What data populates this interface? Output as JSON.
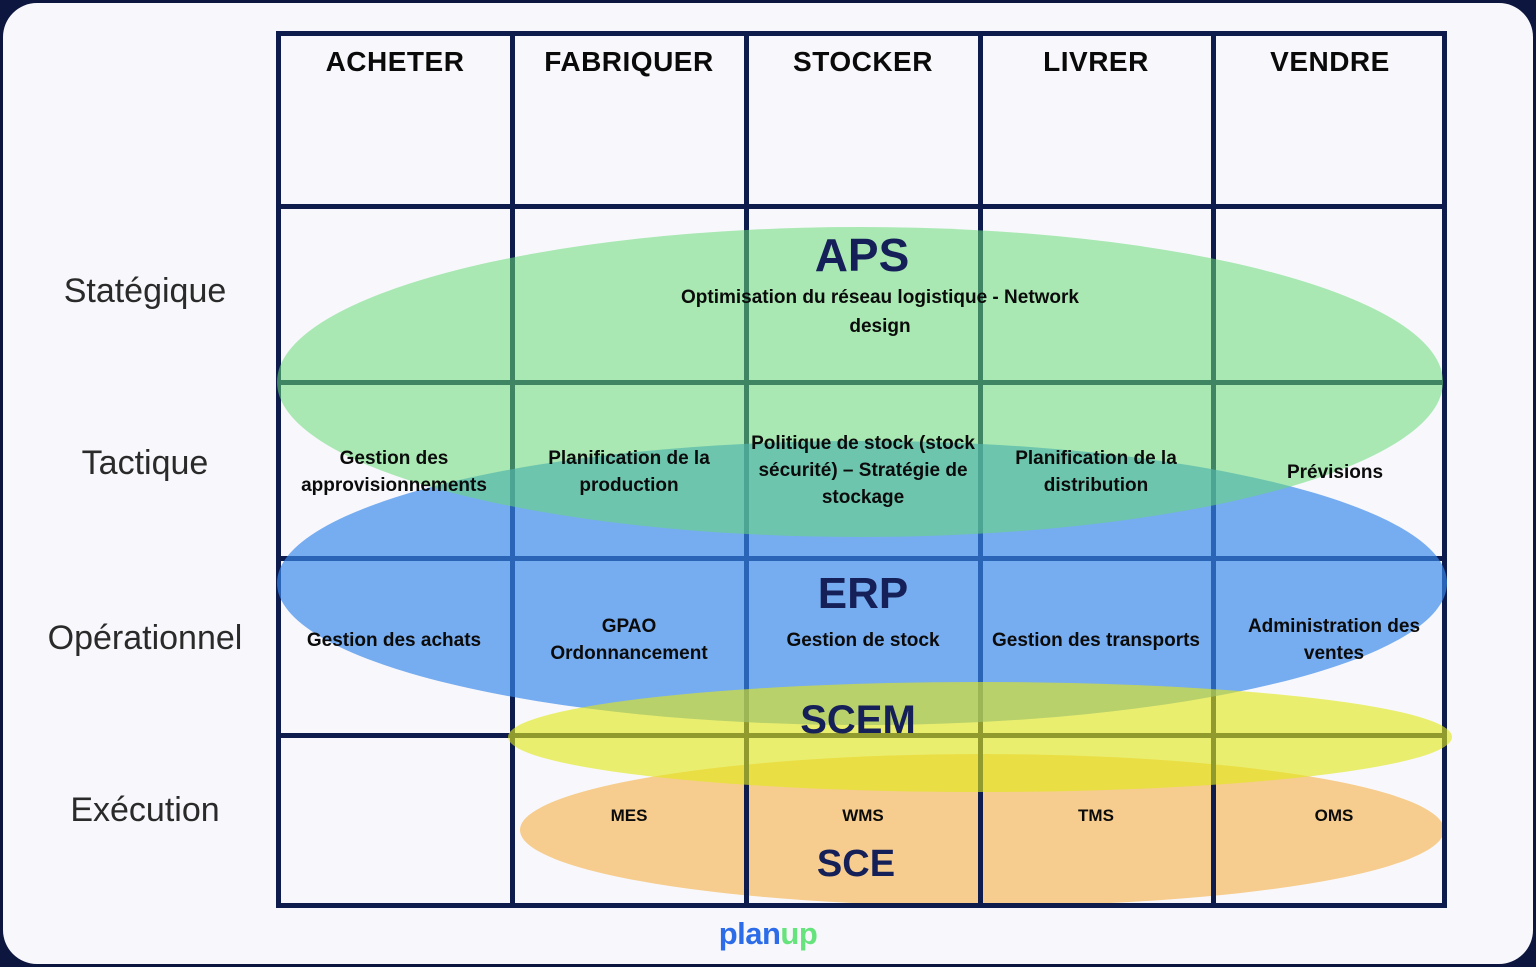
{
  "matrix": {
    "columns": [
      "ACHETER",
      "FABRIQUER",
      "STOCKER",
      "LIVRER",
      "VENDRE"
    ],
    "rows": [
      "Statégique",
      "Tactique",
      "Opérationnel",
      "Exécution"
    ]
  },
  "layers": {
    "aps": {
      "label": "APS",
      "subtitle": "Optimisation du réseau logistique - Network design",
      "color": "#b3f0b8"
    },
    "erp": {
      "label": "ERP",
      "color": "#74b1f1"
    },
    "scem": {
      "label": "SCEM",
      "color": "#eaee6d"
    },
    "sce": {
      "label": "SCE",
      "color": "#f6cd8e"
    }
  },
  "cells": {
    "tactique": [
      "Gestion des approvisionnements",
      "Planification de la production",
      "Politique de stock (stock sécurité) – Stratégie de stockage",
      "Planification de la distribution",
      "Prévisions"
    ],
    "operationnel": [
      "Gestion des achats",
      "GPAO Ordonnancement",
      "Gestion de stock",
      "Gestion des transports",
      "Administration des ventes"
    ],
    "execution": [
      "MES",
      "WMS",
      "TMS",
      "OMS"
    ]
  },
  "footer": {
    "brand_plan": "plan",
    "brand_up": "up"
  },
  "colors": {
    "page_bg": "#0c163e",
    "card_bg": "#f8f8fc",
    "grid_line": "#0e1b4d",
    "title_navy": "#162058",
    "brand_blue": "#2d6ce8",
    "brand_green": "#67e37e"
  }
}
